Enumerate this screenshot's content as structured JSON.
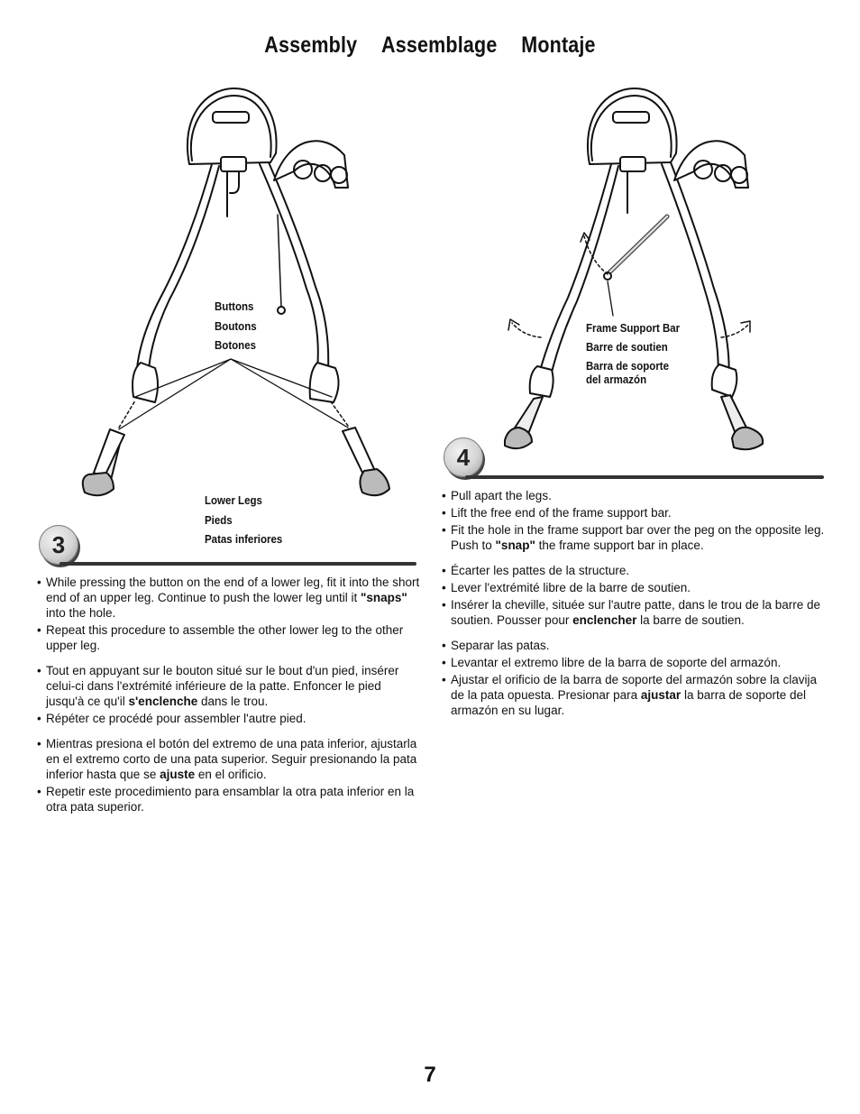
{
  "header": {
    "title_en": "Assembly",
    "title_fr": "Assemblage",
    "title_es": "Montaje"
  },
  "step3": {
    "number": "3",
    "labels": {
      "buttons": [
        "Buttons",
        "Boutons",
        "Botones"
      ],
      "lower_legs": [
        "Lower Legs",
        "Pieds",
        "Patas inferiores"
      ]
    },
    "en": [
      {
        "pre": "While pressing the button on the end of a lower leg, fit it into the short end of an upper leg. Continue to push the lower leg until it ",
        "bold": "\"snaps\"",
        "post": " into the hole."
      },
      {
        "pre": "Repeat this procedure to assemble the other lower leg to the other upper leg.",
        "bold": "",
        "post": ""
      }
    ],
    "fr": [
      {
        "pre": "Tout en appuyant sur le bouton situé sur le bout d'un pied, insérer celui-ci dans l'extrémité inférieure de la patte. Enfoncer le pied jusqu'à ce qu'il ",
        "bold": "s'enclenche",
        "post": " dans le trou."
      },
      {
        "pre": "Répéter ce procédé pour assembler l'autre pied.",
        "bold": "",
        "post": ""
      }
    ],
    "es": [
      {
        "pre": "Mientras presiona el botón del extremo de una pata inferior, ajustarla en el extremo corto de una pata superior. Seguir presionando la pata inferior hasta que se ",
        "bold": "ajuste",
        "post": " en el orificio."
      },
      {
        "pre": "Repetir este procedimiento para ensamblar la otra pata inferior en la otra pata superior.",
        "bold": "",
        "post": ""
      }
    ]
  },
  "step4": {
    "number": "4",
    "labels": {
      "frame_support_bar": [
        "Frame Support Bar",
        "Barre de soutien",
        "Barra de soporte",
        "del armazón"
      ]
    },
    "en": [
      {
        "pre": "Pull apart the legs.",
        "bold": "",
        "post": ""
      },
      {
        "pre": "Lift the free end of the frame support bar.",
        "bold": "",
        "post": ""
      },
      {
        "pre": "Fit the hole in the frame support bar over the peg on the opposite leg. Push to ",
        "bold": "\"snap\"",
        "post": " the frame support bar in place."
      }
    ],
    "fr": [
      {
        "pre": "Écarter les pattes de la structure.",
        "bold": "",
        "post": ""
      },
      {
        "pre": "Lever l'extrémité libre de la barre de soutien.",
        "bold": "",
        "post": ""
      },
      {
        "pre": "Insérer la cheville, située sur l'autre patte, dans le trou de la barre de soutien. Pousser pour ",
        "bold": "enclencher",
        "post": " la barre de soutien."
      }
    ],
    "es": [
      {
        "pre": "Separar las patas.",
        "bold": "",
        "post": ""
      },
      {
        "pre": "Levantar el extremo libre de la barra de soporte del armazón.",
        "bold": "",
        "post": ""
      },
      {
        "pre": "Ajustar el orificio de la barra de soporte del armazón sobre la clavija de la pata opuesta. Presionar para ",
        "bold": "ajustar",
        "post": " la barra de soporte del armazón en su lugar."
      }
    ]
  },
  "footer": {
    "page_number": "7"
  }
}
